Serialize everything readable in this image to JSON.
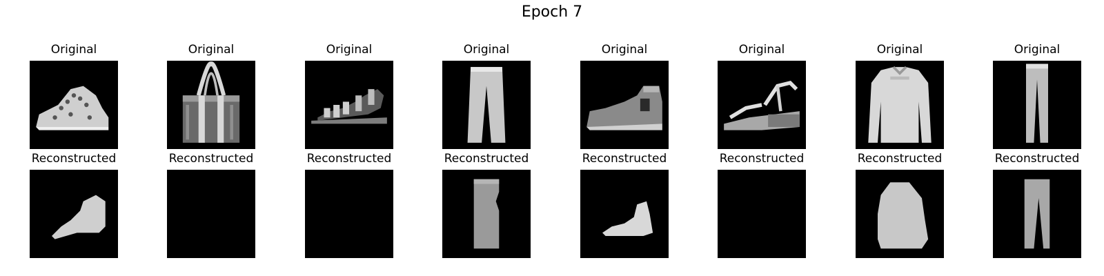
{
  "figure": {
    "title": "Epoch 7"
  },
  "rows": [
    {
      "row": "original",
      "panels": [
        {
          "label": "Original",
          "content": "sneaker"
        },
        {
          "label": "Original",
          "content": "bag"
        },
        {
          "label": "Original",
          "content": "sandal"
        },
        {
          "label": "Original",
          "content": "trouser"
        },
        {
          "label": "Original",
          "content": "ankle-boot"
        },
        {
          "label": "Original",
          "content": "sandal-wedge"
        },
        {
          "label": "Original",
          "content": "shirt"
        },
        {
          "label": "Original",
          "content": "trouser"
        }
      ]
    },
    {
      "row": "reconstructed",
      "panels": [
        {
          "label": "Reconstructed",
          "content": "blob-shoe"
        },
        {
          "label": "Reconstructed",
          "content": "blank"
        },
        {
          "label": "Reconstructed",
          "content": "blank"
        },
        {
          "label": "Reconstructed",
          "content": "blob-trouser"
        },
        {
          "label": "Reconstructed",
          "content": "blob-shoe-small"
        },
        {
          "label": "Reconstructed",
          "content": "blank"
        },
        {
          "label": "Reconstructed",
          "content": "blob-top"
        },
        {
          "label": "Reconstructed",
          "content": "blob-trouser-thin"
        }
      ]
    }
  ]
}
